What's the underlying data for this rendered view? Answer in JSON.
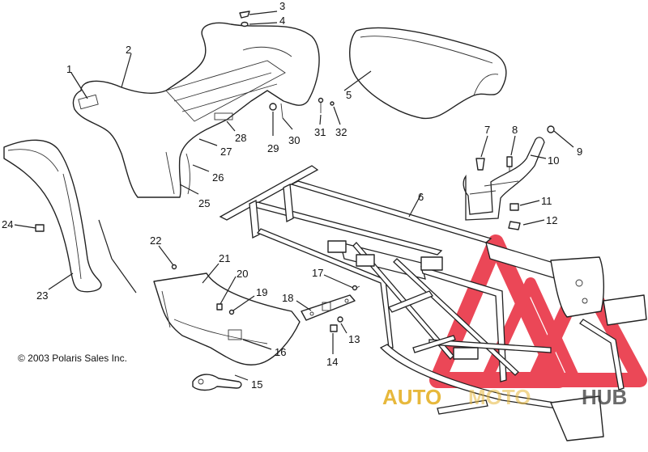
{
  "copyright": "© 2003 Polaris Sales Inc.",
  "watermark": {
    "part1": "AUTO",
    "part2": "MOTO",
    "part3": "HUB",
    "color_red": "#e8283a",
    "color_gold": "#e7b83c",
    "color_dark": "#3a3a3a"
  },
  "callouts": {
    "c1": "1",
    "c2": "2",
    "c3": "3",
    "c4": "4",
    "c5": "5",
    "c6": "6",
    "c7": "7",
    "c8": "8",
    "c9": "9",
    "c10": "10",
    "c11": "11",
    "c12": "12",
    "c13": "13",
    "c14": "14",
    "c15": "15",
    "c16": "16",
    "c17": "17",
    "c18": "18",
    "c19": "19",
    "c20": "20",
    "c21": "21",
    "c22": "22",
    "c23": "23",
    "c24": "24",
    "c25": "25",
    "c26": "26",
    "c27": "27",
    "c28": "28",
    "c29": "29",
    "c30": "30",
    "c31": "31",
    "c32": "32"
  }
}
